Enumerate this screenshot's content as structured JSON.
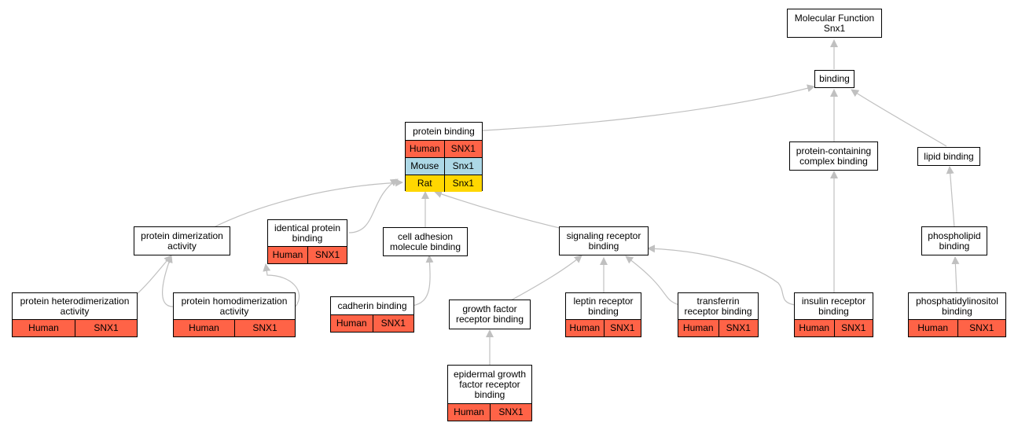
{
  "colors": {
    "human": "#ff6347",
    "mouse": "#add8e6",
    "rat": "#ffd700",
    "edge": "#c0c0c0"
  },
  "nodes": {
    "mf": {
      "label": "Molecular Function\nSnx1",
      "rows": []
    },
    "binding": {
      "label": "binding",
      "rows": []
    },
    "protein_binding": {
      "label": "protein binding",
      "rows": [
        {
          "species": "Human",
          "gene": "SNX1",
          "color": "human"
        },
        {
          "species": "Mouse",
          "gene": "Snx1",
          "color": "mouse"
        },
        {
          "species": "Rat",
          "gene": "Snx1",
          "color": "rat"
        }
      ]
    },
    "pcc_binding": {
      "label": "protein-containing\ncomplex binding",
      "rows": []
    },
    "lipid_binding": {
      "label": "lipid binding",
      "rows": []
    },
    "dimerization": {
      "label": "protein dimerization\nactivity",
      "rows": []
    },
    "identical": {
      "label": "identical protein\nbinding",
      "rows": [
        {
          "species": "Human",
          "gene": "SNX1",
          "color": "human"
        }
      ]
    },
    "cell_adhesion": {
      "label": "cell adhesion\nmolecule binding",
      "rows": []
    },
    "signaling": {
      "label": "signaling receptor\nbinding",
      "rows": []
    },
    "phospholipid": {
      "label": "phospholipid\nbinding",
      "rows": []
    },
    "heterodim": {
      "label": "protein heterodimerization\nactivity",
      "rows": [
        {
          "species": "Human",
          "gene": "SNX1",
          "color": "human"
        }
      ]
    },
    "homodim": {
      "label": "protein homodimerization\nactivity",
      "rows": [
        {
          "species": "Human",
          "gene": "SNX1",
          "color": "human"
        }
      ]
    },
    "cadherin": {
      "label": "cadherin binding",
      "rows": [
        {
          "species": "Human",
          "gene": "SNX1",
          "color": "human"
        }
      ]
    },
    "growth_factor": {
      "label": "growth factor\nreceptor binding",
      "rows": []
    },
    "leptin": {
      "label": "leptin receptor\nbinding",
      "rows": [
        {
          "species": "Human",
          "gene": "SNX1",
          "color": "human"
        }
      ]
    },
    "transferrin": {
      "label": "transferrin\nreceptor binding",
      "rows": [
        {
          "species": "Human",
          "gene": "SNX1",
          "color": "human"
        }
      ]
    },
    "insulin": {
      "label": "insulin receptor\nbinding",
      "rows": [
        {
          "species": "Human",
          "gene": "SNX1",
          "color": "human"
        }
      ]
    },
    "phosphatidylinositol": {
      "label": "phosphatidylinositol\nbinding",
      "rows": [
        {
          "species": "Human",
          "gene": "SNX1",
          "color": "human"
        }
      ]
    },
    "egfr": {
      "label": "epidermal growth\nfactor receptor\nbinding",
      "rows": [
        {
          "species": "Human",
          "gene": "SNX1",
          "color": "human"
        }
      ]
    }
  }
}
